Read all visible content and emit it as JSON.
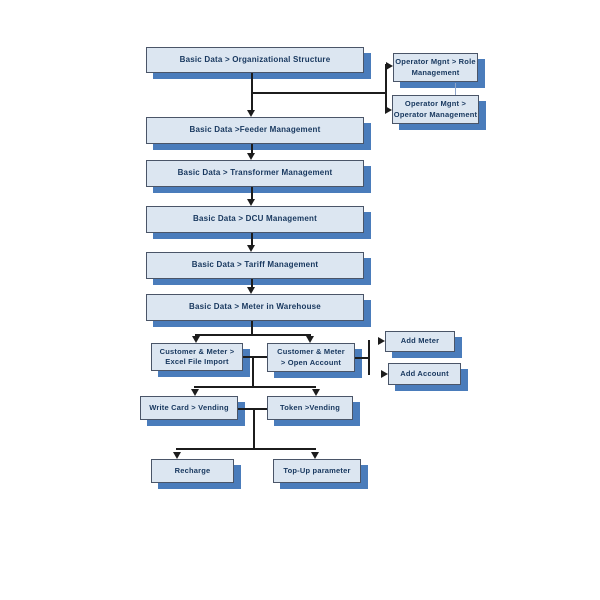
{
  "diagram": {
    "type": "flowchart",
    "colors": {
      "node_fill": "#dce6f1",
      "node_border": "#4a5568",
      "node_text": "#17375e",
      "node_shadow": "#4a7cbb",
      "connector": "#1c1c1c",
      "background": "#ffffff"
    },
    "nodes": {
      "org": {
        "label": "Basic Data > Organizational Structure"
      },
      "role": {
        "label": "Operator Mgnt > Role\nManagement"
      },
      "opmgmt": {
        "label": "Operator Mgnt >\nOperator Management"
      },
      "feeder": {
        "label": "Basic Data >Feeder Management"
      },
      "transformer": {
        "label": "Basic Data > Transformer Management"
      },
      "dcu": {
        "label": "Basic Data > DCU Management"
      },
      "tariff": {
        "label": "Basic Data > Tariff Management"
      },
      "warehouse": {
        "label": "Basic Data > Meter in Warehouse"
      },
      "excel": {
        "label": "Customer & Meter >\nExcel File Import"
      },
      "openaccount": {
        "label": "Customer & Meter\n> Open Account"
      },
      "addmeter": {
        "label": "Add Meter"
      },
      "addaccount": {
        "label": "Add Account"
      },
      "writecard": {
        "label": "Write Card > Vending"
      },
      "token": {
        "label": "Token >Vending"
      },
      "recharge": {
        "label": "Recharge"
      },
      "topup": {
        "label": "Top-Up parameter"
      }
    }
  }
}
